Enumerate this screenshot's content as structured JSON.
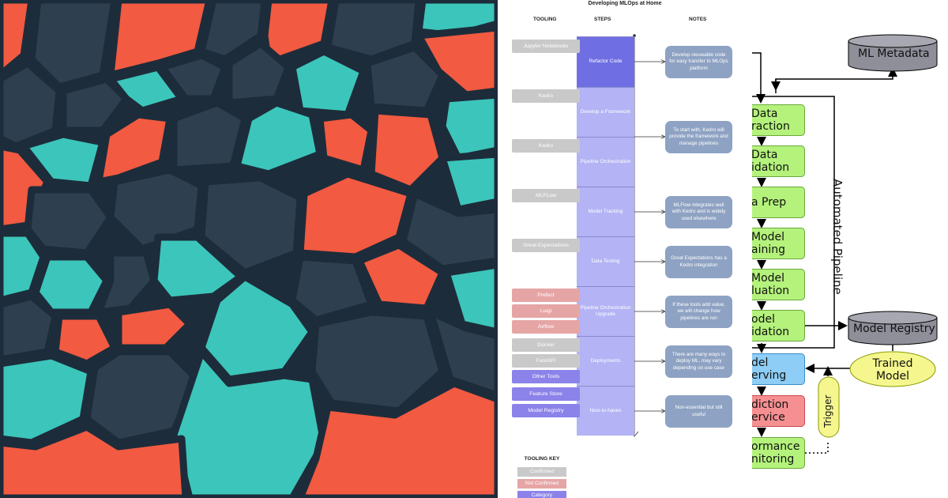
{
  "diagram": {
    "title": "Developing MLOps at Home",
    "columns": {
      "tooling": "TOOLING",
      "steps": "STEPS",
      "notes": "NOTES"
    },
    "tools": [
      {
        "label": "Jupyter Notebooks",
        "status": "confirmed"
      },
      {
        "label": "Kedro",
        "status": "confirmed"
      },
      {
        "label": "Kedro",
        "status": "confirmed"
      },
      {
        "label": "MLFLow",
        "status": "confirmed"
      },
      {
        "label": "Great Expectations",
        "status": "confirmed"
      },
      {
        "label": "Prefect",
        "status": "not-confirmed"
      },
      {
        "label": "Luigi",
        "status": "not-confirmed"
      },
      {
        "label": "Airflow",
        "status": "not-confirmed"
      },
      {
        "label": "Docker",
        "status": "confirmed"
      },
      {
        "label": "FastAPI",
        "status": "confirmed"
      },
      {
        "label": "Other Tools",
        "status": "category"
      },
      {
        "label": "Feature Store",
        "status": "category"
      },
      {
        "label": "Model Registry",
        "status": "category"
      }
    ],
    "steps": [
      {
        "label": "Refactor Code",
        "highlight": true
      },
      {
        "label": "Develop a Framework"
      },
      {
        "label": "Pipeline Orchestration"
      },
      {
        "label": "Model Tracking"
      },
      {
        "label": "Data Testing"
      },
      {
        "label": "Pipeline Orchestration Upgrade"
      },
      {
        "label": "Deployments"
      },
      {
        "label": "Nice-to-haves"
      }
    ],
    "notes": [
      "Develop reuseable code for easy transfer to MLOps platform",
      "To start with, Kedro will provide the framework and manage pipelines",
      "MLFlow integrates well with Kedro and is widely used elsewhere",
      "Great Expectations has a Kedro integration",
      "If these tools add value, we will change how pipelines are run",
      "There are many ways to deploy ML, may vary depending on use case",
      "Non-essential but still useful"
    ],
    "key": {
      "title": "TOOLING KEY",
      "items": [
        {
          "label": "Confirmed",
          "status": "confirmed"
        },
        {
          "label": "Not Confirmed",
          "status": "not-confirmed"
        },
        {
          "label": "Category",
          "status": "category"
        }
      ]
    },
    "colors": {
      "confirmed": "#c9c9c9",
      "not_confirmed": "#e6a5a5",
      "category": "#8b82ea",
      "step": "#b3b3f5",
      "step_highlight": "#6f6fe3",
      "note": "#8ea2c3"
    }
  },
  "pipeline": {
    "stages": [
      {
        "line1": "Data",
        "line2": "raction"
      },
      {
        "line1": "Data",
        "line2": "idation"
      },
      {
        "line1": "a Prep",
        "line2": ""
      },
      {
        "line1": "Model",
        "line2": "aining"
      },
      {
        "line1": "Model",
        "line2": "luation"
      },
      {
        "line1": "odel",
        "line2": "idation"
      }
    ],
    "serving": {
      "line1": "del",
      "line2": "erving"
    },
    "prediction": {
      "line1": "diction",
      "line2": "ervice"
    },
    "monitoring": {
      "line1": "ormance",
      "line2": "nitoring"
    },
    "automated_label": "Automated Pipeline",
    "metadata_label": "ML Metadata",
    "registry_label": "Model Registry",
    "trained_model": {
      "line1": "Trained",
      "line2": "Model"
    },
    "trigger_label": "Trigger",
    "colors": {
      "stage": "#b4f27c",
      "serving": "#8ecdf5",
      "prediction": "#f58f92",
      "store": "#8f8f9a",
      "oval": "#f5f78e"
    }
  },
  "artwork": {
    "palette": {
      "background": "#1d2c3a",
      "dark": "#2e4050",
      "teal": "#3cc5bb",
      "coral": "#f25a41"
    }
  }
}
